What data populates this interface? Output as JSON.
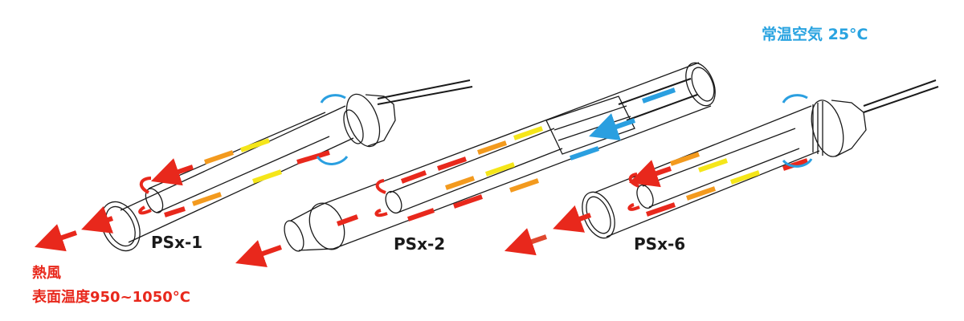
{
  "labels": {
    "ambient_air": "常温空気 25°C",
    "hot_air": "熱風",
    "surface_temp": "表面温度950~1050°C"
  },
  "products": [
    {
      "name": "PSx-1"
    },
    {
      "name": "PSx-2"
    },
    {
      "name": "PSx-6"
    }
  ],
  "colors": {
    "cool_air": "#2a9fe0",
    "hot_air": "#e8281c",
    "warm_orange": "#f39a1e",
    "warm_yellow": "#f5e61a",
    "outline": "#1a1a1a"
  }
}
